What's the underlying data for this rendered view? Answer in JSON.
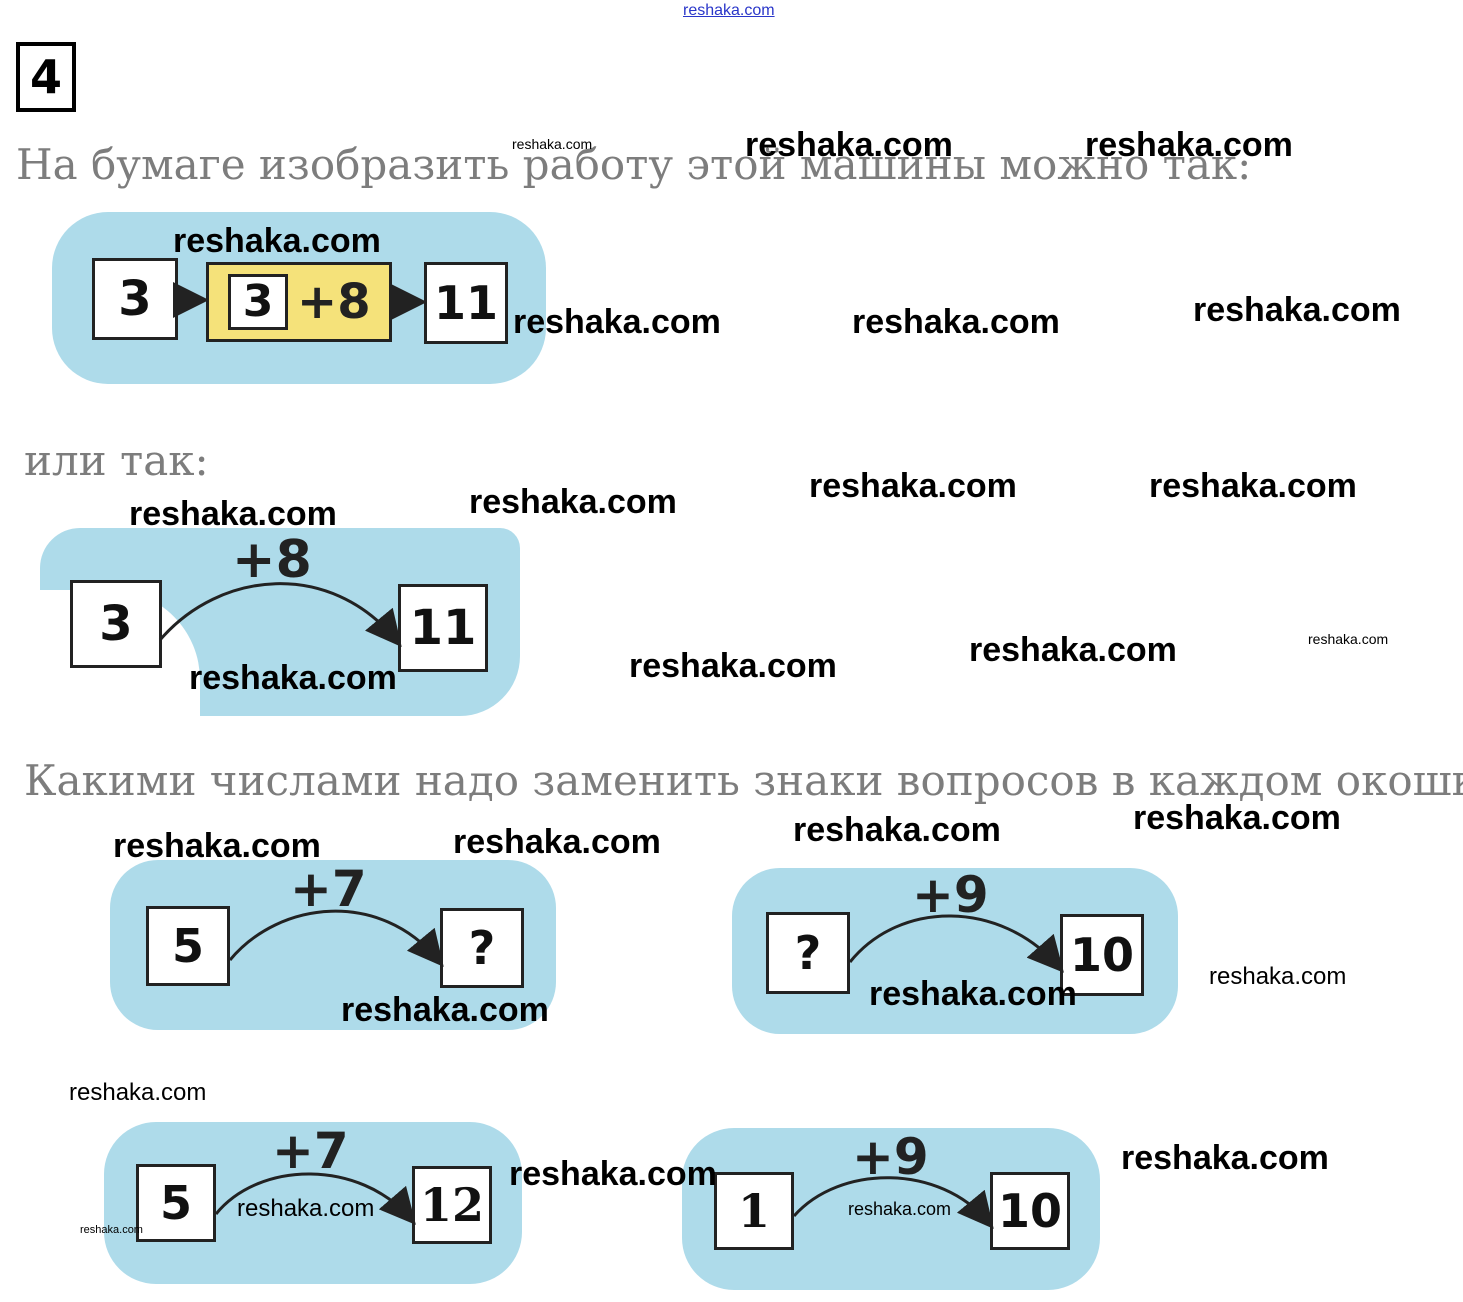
{
  "task_number": "4",
  "text": {
    "line1": "На бумаге изобразить работу этой машины можно так:",
    "line2": "или так:",
    "line3": "Какими числами надо заменить знаки вопросов в каждом окошке?"
  },
  "example1": {
    "input": "3",
    "inner": "3",
    "op": "+8",
    "output": "11"
  },
  "example2": {
    "input": "3",
    "op": "+8",
    "output": "11"
  },
  "question": {
    "left": {
      "input": "5",
      "op": "+7",
      "output": "?"
    },
    "right": {
      "input": "?",
      "op": "+9",
      "output": "10"
    }
  },
  "answer": {
    "left": {
      "input": "5",
      "op": "+7",
      "output": "12"
    },
    "right": {
      "input": "1",
      "op": "+9",
      "output": "10"
    }
  },
  "watermark": "reshaka.com",
  "colors": {
    "blob": "#aedbea",
    "yellow": "#f5e27a",
    "text_gray": "#7d7d7d",
    "watermark_top": "#2a36c9"
  }
}
